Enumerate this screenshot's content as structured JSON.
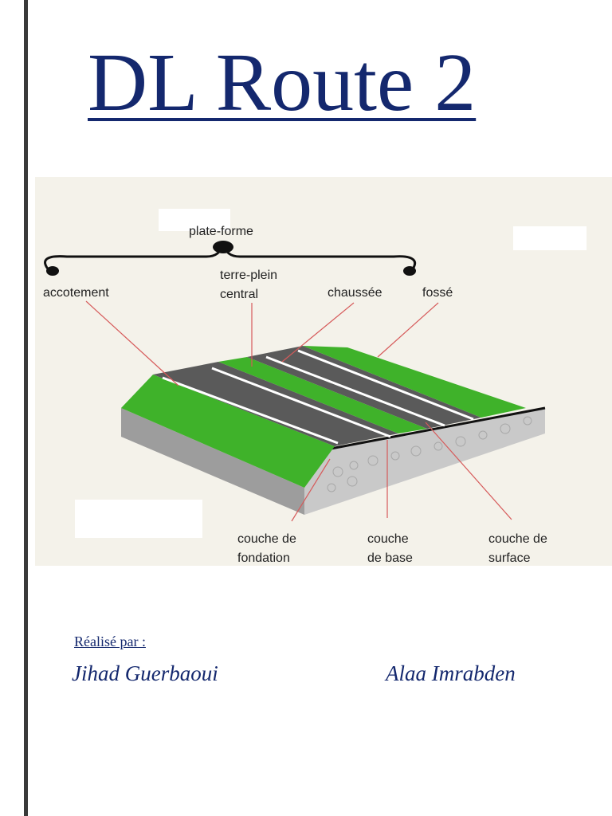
{
  "document": {
    "title": "DL Route 2",
    "credit_label": "Réalisé par :",
    "authors": [
      "Jihad Guerbaoui",
      "Alaa Imrabden"
    ]
  },
  "figure": {
    "labels": {
      "plate_forme": "plate-forme",
      "accotement": "accotement",
      "terre_plein_line1": "terre-plein",
      "terre_plein_line2": "central",
      "chaussee": "chaussée",
      "fosse": "fossé",
      "fondation_line1": "couche de",
      "fondation_line2": "fondation",
      "base_line1": "couche",
      "base_line2": "de base",
      "surface_line1": "couche de",
      "surface_line2": "surface"
    },
    "colors": {
      "title": "#14286e",
      "grass": "#3fb22a",
      "asphalt": "#5a5a5a",
      "base": "#c9c9c9",
      "leader": "#d65a5a"
    }
  }
}
